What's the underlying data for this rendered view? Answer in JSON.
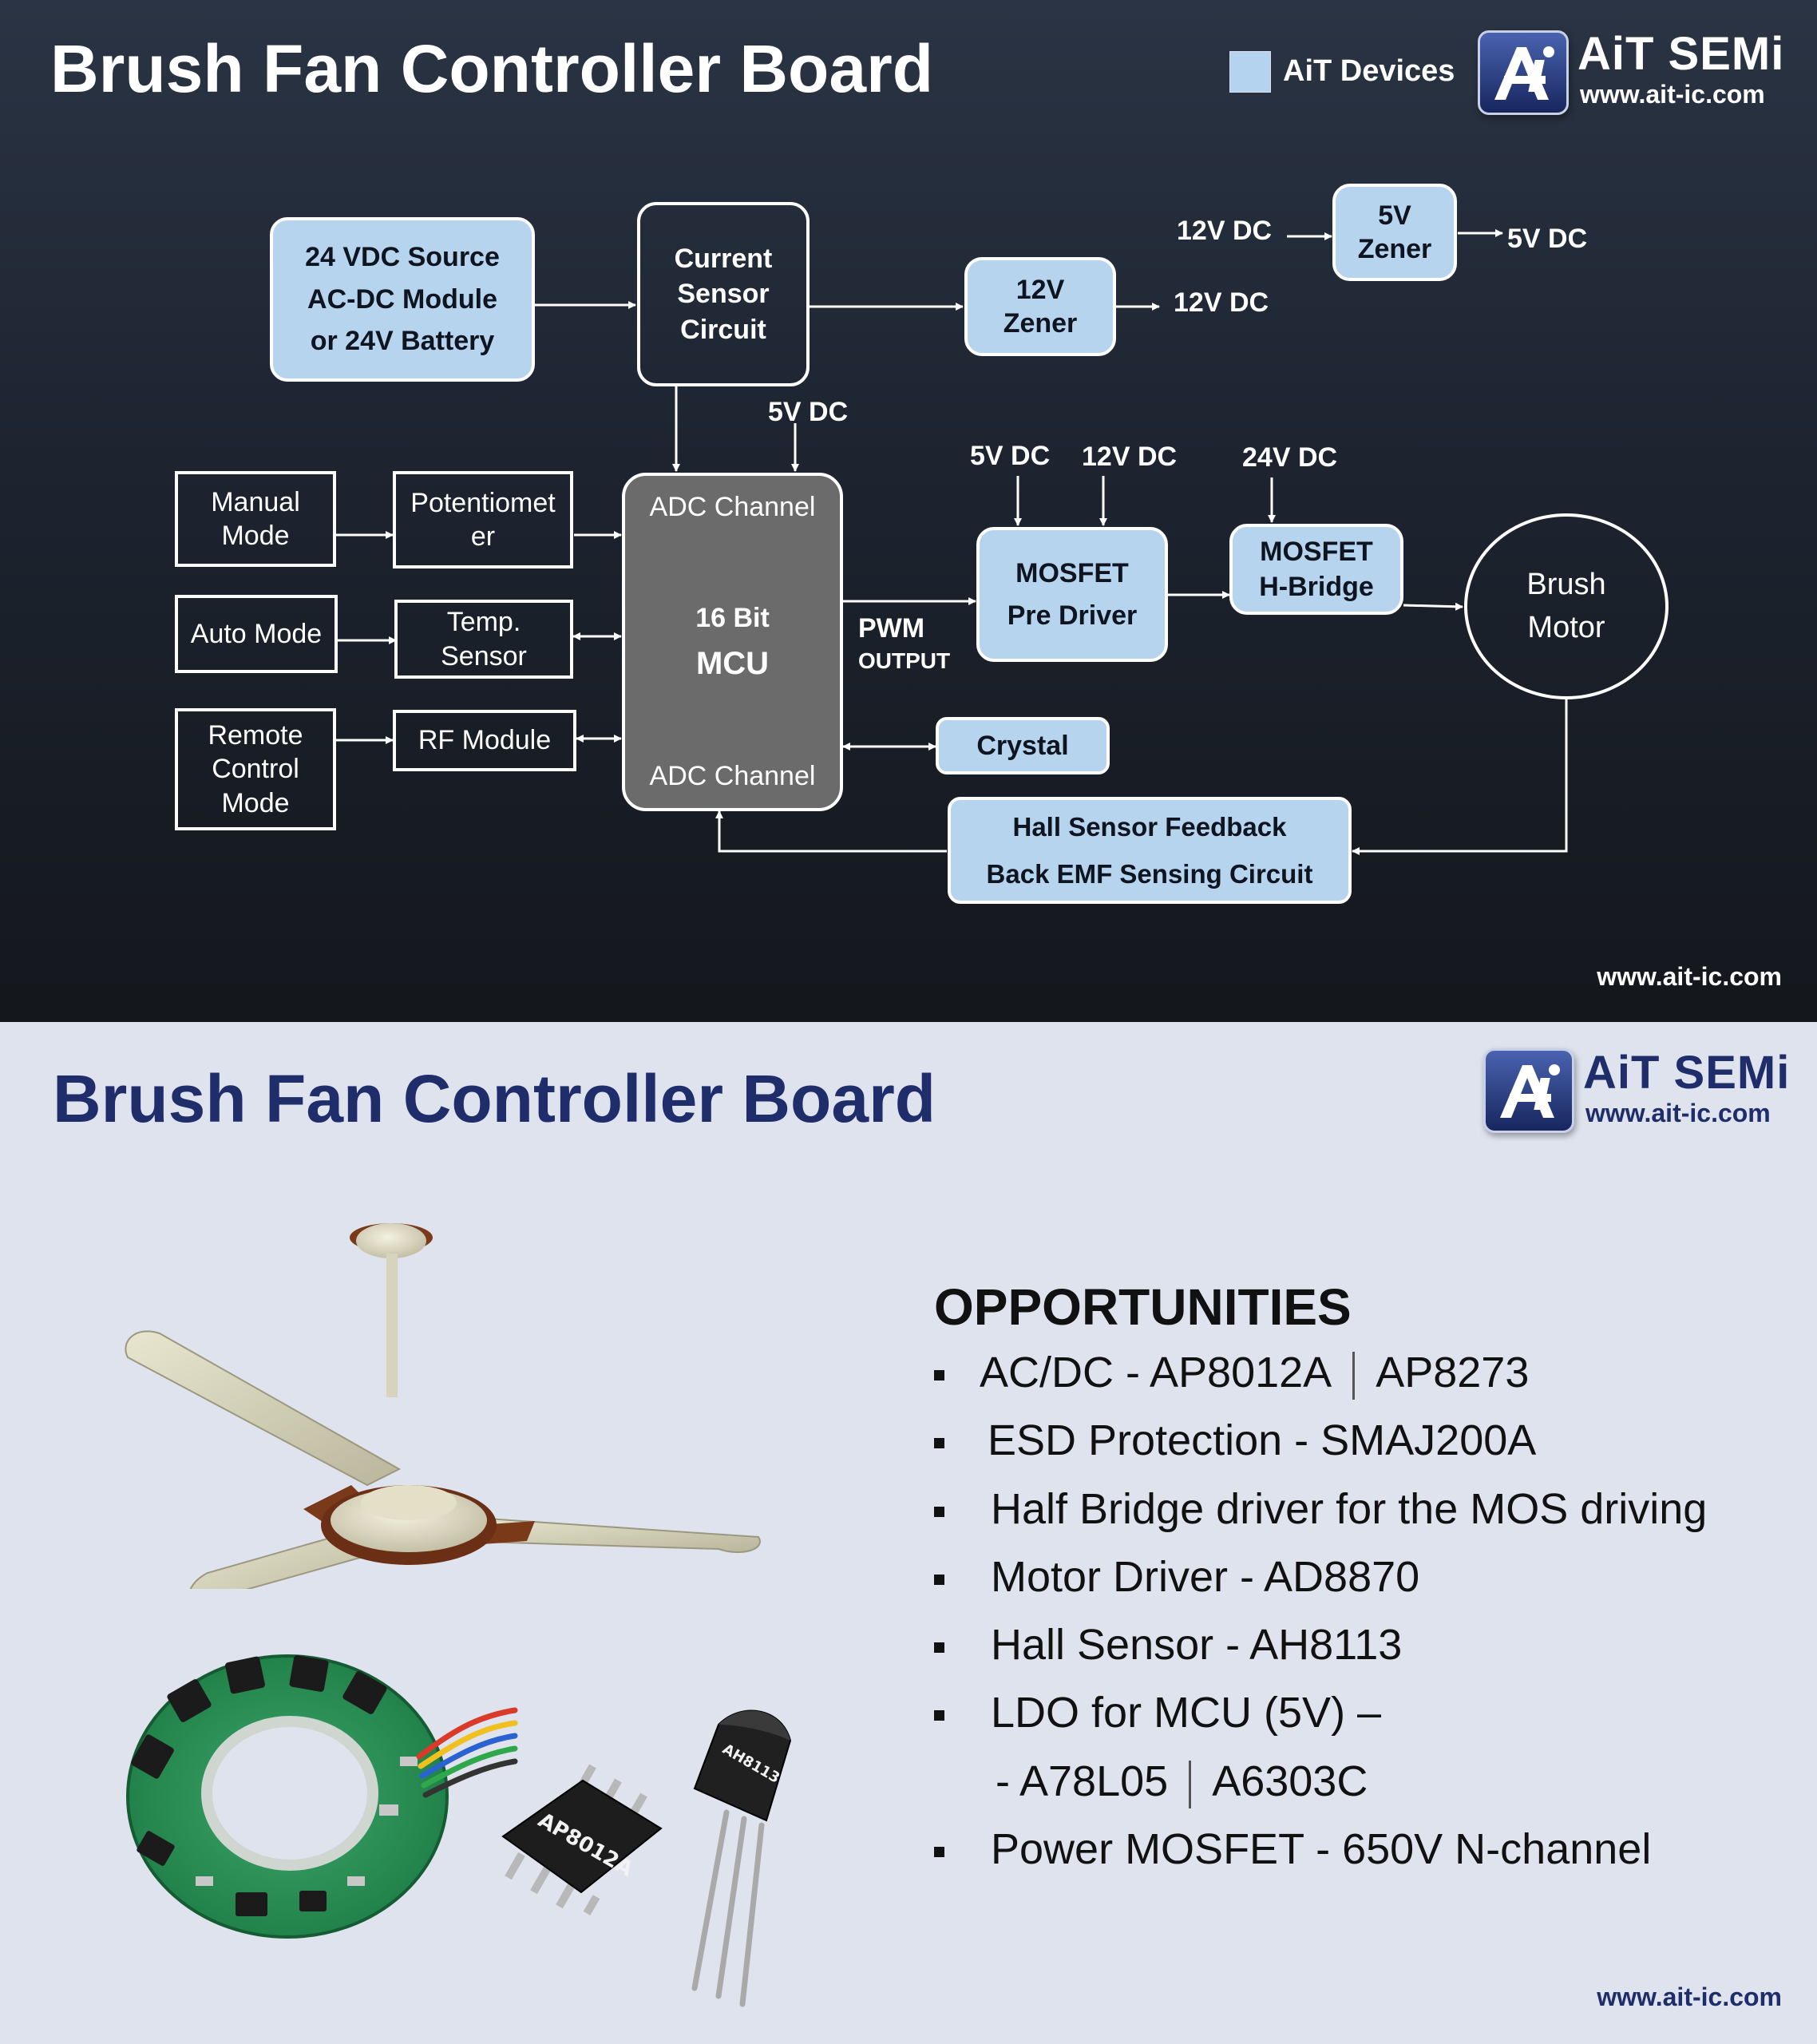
{
  "top": {
    "title": "Brush Fan Controller Board",
    "legend_label": "AiT Devices",
    "legend_color": "#b3d3ee",
    "logo_name": "AiT SEMi",
    "logo_url": "www.ait-ic.com",
    "footer_url": "www.ait-ic.com"
  },
  "diagram": {
    "source": [
      "24 VDC Source",
      "AC-DC Module",
      "or 24V Battery"
    ],
    "current_sensor": [
      "Current",
      "Sensor",
      "Circuit"
    ],
    "zener12": [
      "12V",
      "Zener"
    ],
    "zener5": [
      "5V",
      "Zener"
    ],
    "lbl_12vdc_in": "12V DC",
    "lbl_5vdc_out": "5V DC",
    "lbl_12vdc_out": "12V DC",
    "lbl_5vdc_mcu": "5V DC",
    "lbl_5vdc_drv": "5V DC",
    "lbl_12vdc_drv": "12V DC",
    "lbl_24vdc_hb": "24V DC",
    "manual_mode": [
      "Manual",
      "Mode"
    ],
    "auto_mode": "Auto Mode",
    "remote_mode": [
      "Remote",
      "Control",
      "Mode"
    ],
    "potentiometer": [
      "Potentiomet",
      "er"
    ],
    "temp_sensor": [
      "Temp.",
      "Sensor"
    ],
    "rf_module": "RF Module",
    "mcu_adc_top": "ADC Channel",
    "mcu_bits": "16 Bit",
    "mcu_name": "MCU",
    "mcu_adc_bottom": "ADC Channel",
    "pwm": [
      "PWM",
      "OUTPUT"
    ],
    "pre_driver": [
      "MOSFET",
      "Pre Driver"
    ],
    "hbridge": [
      "MOSFET",
      "H-Bridge"
    ],
    "motor": [
      "Brush",
      "Motor"
    ],
    "crystal": "Crystal",
    "hall": [
      "Hall Sensor Feedback",
      "Back EMF Sensing Circuit"
    ]
  },
  "bottom": {
    "title": "Brush Fan Controller Board",
    "logo_name": "AiT SEMi",
    "logo_url": "www.ait-ic.com",
    "footer_url": "www.ait-ic.com",
    "chip_soic_label": "AP8012A",
    "chip_to92_label": "AH8113",
    "opportunities_title": "OPPORTUNITIES",
    "opportunities": {
      "acdc": [
        "AC/DC - AP8012A",
        "AP8273"
      ],
      "esd": "ESD Protection - SMAJ200A",
      "half_bridge": "Half Bridge driver for the MOS driving",
      "motor_driver": "Motor Driver - AD8870",
      "hall": "Hall Sensor - AH8113",
      "ldo": "LDO for MCU (5V) –",
      "ldo_parts": [
        "- A78L05",
        "A6303C"
      ],
      "mosfet": "Power MOSFET - 650V N-channel"
    }
  }
}
